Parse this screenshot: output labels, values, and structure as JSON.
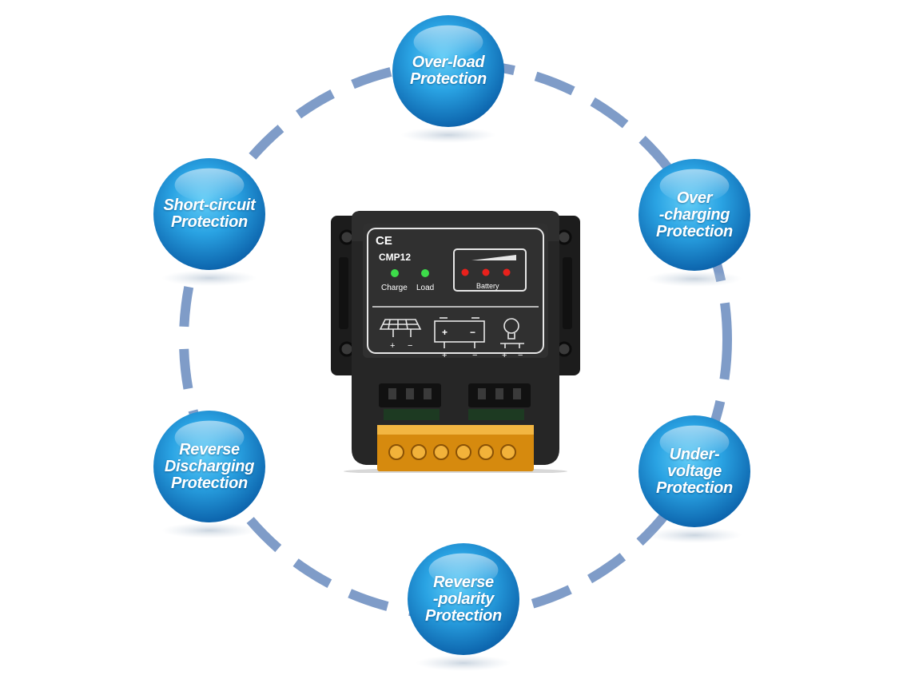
{
  "features": [
    {
      "id": "over-load",
      "lines": [
        "Over-load",
        "Protection"
      ]
    },
    {
      "id": "over-charging",
      "lines": [
        "Over",
        "-charging",
        "Protection"
      ]
    },
    {
      "id": "under-voltage",
      "lines": [
        "Under-",
        "voltage",
        "Protection"
      ]
    },
    {
      "id": "reverse-polarity",
      "lines": [
        "Reverse",
        "-polarity",
        "Protection"
      ]
    },
    {
      "id": "reverse-discharging",
      "lines": [
        "Reverse",
        "Discharging",
        "Protection"
      ]
    },
    {
      "id": "short-circuit",
      "lines": [
        "Short-circuit",
        "Protection"
      ]
    }
  ],
  "device": {
    "mark": "CE",
    "model": "CMP12",
    "indicators": {
      "charge_label": "Charge",
      "load_label": "Load",
      "battery_label": "Battery"
    },
    "terminal_symbols": {
      "plus": "+",
      "minus": "−"
    }
  },
  "colors": {
    "bubble_light": "#3fb6ee",
    "bubble_dark": "#0a5fa8",
    "ring_dash": "#7f9cc8",
    "device_body": "#242424",
    "terminal_block": "#e39a14",
    "led_green": "#3ddc4a",
    "led_red": "#e8211c"
  }
}
